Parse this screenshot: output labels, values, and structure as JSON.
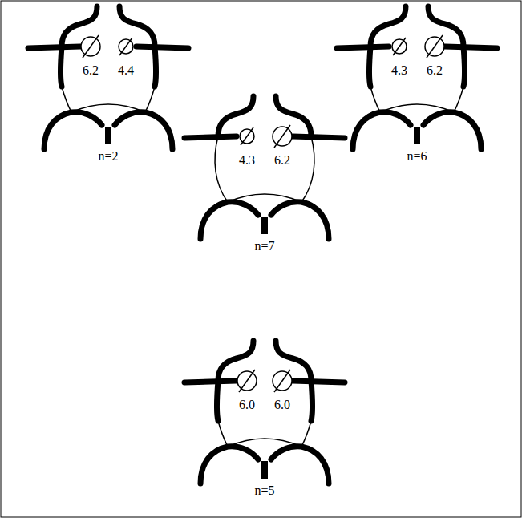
{
  "diagram": {
    "labels": [
      "6.2",
      "4.4",
      "n=2",
      "4.3",
      "6.2",
      "n=6",
      "4.3",
      "6.2",
      "n=7",
      "6.0",
      "6.0",
      "n=5"
    ]
  }
}
